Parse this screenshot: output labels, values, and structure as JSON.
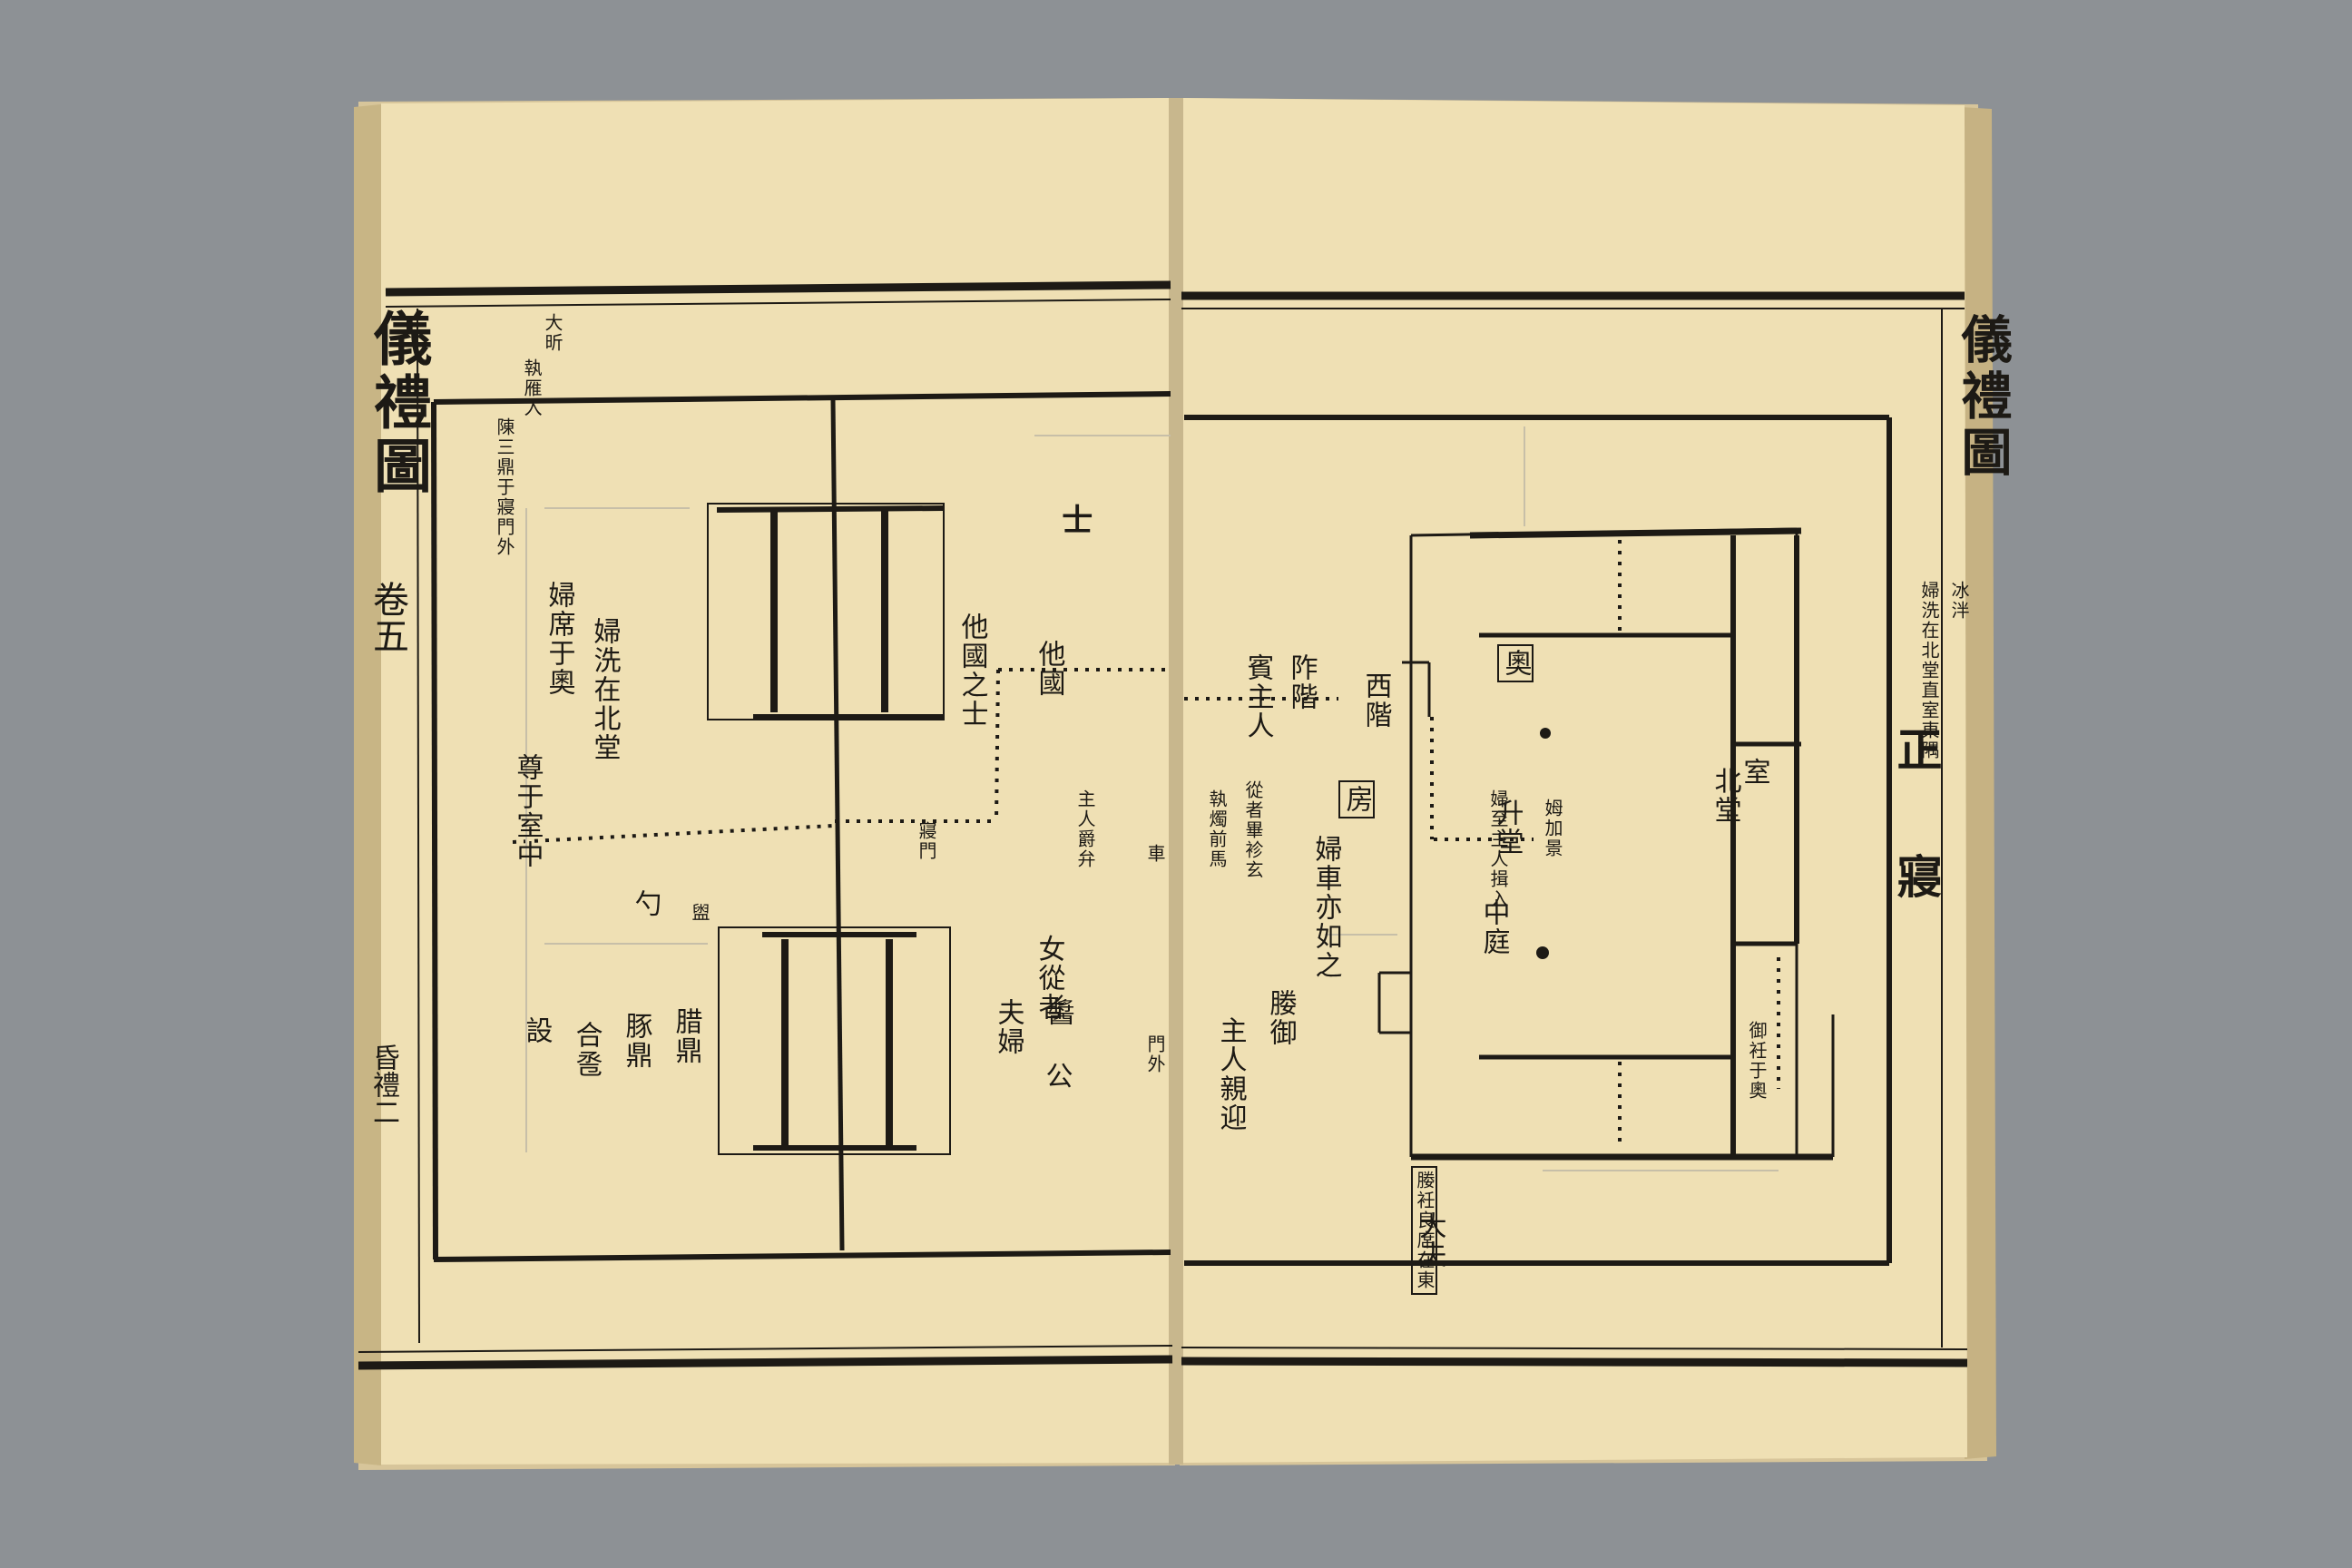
{
  "book": {
    "left_page": {
      "margin_title": "儀禮圖",
      "margin_chapter": "卷五",
      "margin_footer": "昏禮二",
      "labels": {
        "top_note_1": "大昕",
        "top_note_2": "執雁入",
        "sheng_top": "士",
        "left_col_a": "陳三鼎于寢門外",
        "left_col_b": "婦席于奧",
        "left_col_c": "婦洗在北堂",
        "left_col_d": "尊于室中",
        "mid_col_a": "他國之士",
        "mid_col_b": "他國",
        "mid_col_c": "主人爵弁",
        "gate_label": "寢門",
        "lower_a": "勺",
        "lower_b": "盥",
        "lower_c": "女從者",
        "lower_d": "夫婦",
        "lower_e": "醬",
        "lower_f": "公",
        "bottom_a": "設",
        "bottom_b": "合卺",
        "bottom_c": "豚鼎",
        "bottom_d": "腊鼎",
        "right_edge_a": "門外",
        "right_edge_b": "車"
      }
    },
    "right_page": {
      "margin_title": "儀禮圖",
      "margin_top_note": "冰泮",
      "title": "正寢",
      "labels": {
        "room_a": "奧",
        "room_b": "房",
        "room_c": "室",
        "stairs_a": "阼階",
        "stairs_b": "西階",
        "guest_a": "賓主人",
        "guest_b": "執燭前馬",
        "note_a": "婦至主人揖入",
        "note_b": "姆加景",
        "note_c": "從者畢袗玄",
        "note_d": "婦車亦如之",
        "court_a": "中庭",
        "court_b": "升堂",
        "court_c": "媵御",
        "court_d": "主人親迎",
        "bottom_note": "大夫",
        "east_note": "北堂",
        "east_note_2": "婦洗在北堂直室東隅",
        "lower_note": "御衽于奧",
        "lower_note_2": "媵衽良席在東"
      }
    }
  }
}
